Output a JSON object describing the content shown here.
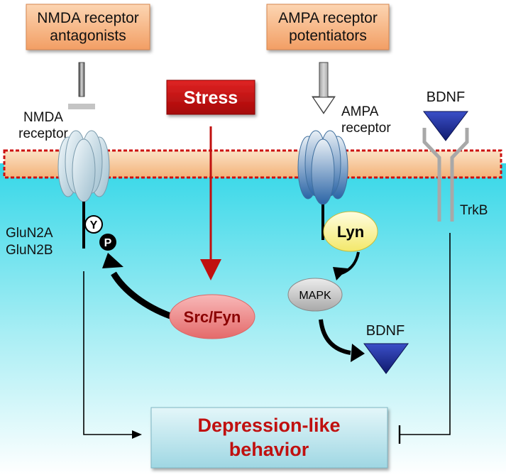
{
  "boxes": {
    "nmda_antagonists": [
      "NMDA receptor",
      "antagonists"
    ],
    "ampa_potentiators": [
      "AMPA receptor",
      "potentiators"
    ],
    "stress": "Stress",
    "depression": [
      "Depression-like",
      "behavior"
    ]
  },
  "labels": {
    "nmda_receptor": [
      "NMDA",
      "receptor"
    ],
    "ampa_receptor": [
      "AMPA",
      "receptor"
    ],
    "bdnf_top": "BDNF",
    "trkb": "TrkB",
    "glun2a": "GluN2A",
    "glun2b": "GluN2B",
    "phospho_y": "Y",
    "phospho_p": "P",
    "src_fyn": "Src/Fyn",
    "lyn": "Lyn",
    "mapk": "MAPK",
    "bdnf_bottom": "BDNF"
  },
  "colors": {
    "orange_box_fill": "#f7b98b",
    "stress_red": "#c0100f",
    "depression_text": "#c0100f",
    "membrane_band": "#f6c89a",
    "membrane_dash": "#cc1111",
    "cytoplasm_top": "#2fd6e6",
    "cytoplasm_bottom": "#ffffff",
    "nmda_receptor": "#cfe3ef",
    "ampa_receptor": "#5a8fc0",
    "bdnf_triangle": "#1d2e9a",
    "lyn_fill": "#fbf5a0",
    "src_fyn_fill": "#f08f8f",
    "mapk_fill": "#c9c9c9",
    "trkb_grey": "#a8a8a8"
  }
}
